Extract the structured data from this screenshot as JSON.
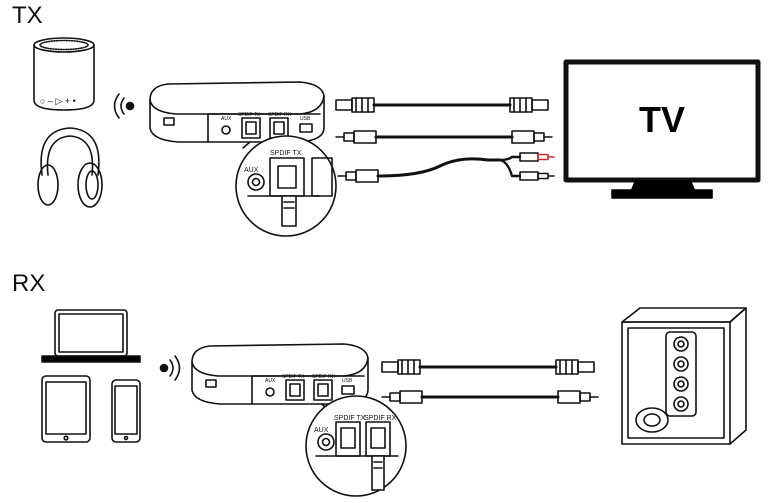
{
  "sections": {
    "tx": {
      "label": "TX"
    },
    "rx": {
      "label": "RX"
    }
  },
  "tx": {
    "tv_label": "TV",
    "ports": {
      "aux": "AUX",
      "spdif_tx": "SPDIF TX",
      "spdif_rx": "SPDIF RX",
      "usb": "USB"
    },
    "zoom_ports": {
      "aux": "AUX",
      "spdif_tx": "SPDIF TX"
    }
  },
  "rx": {
    "ports": {
      "aux": "AUX",
      "spdif_tx": "SPDIF TX",
      "spdif_rx": "SPDIF RX",
      "usb": "USB"
    },
    "zoom_ports": {
      "aux": "AUX",
      "spdif_tx": "SPDIF TX",
      "spdif_rx": "SPDIF RX"
    }
  },
  "icons": {
    "speaker": "bluetooth-speaker-icon",
    "headphones": "headphones-icon",
    "laptop": "laptop-icon",
    "tablet": "tablet-icon",
    "phone": "smartphone-icon",
    "bookshelf_speaker": "bookshelf-speaker-icon",
    "tv": "tv-icon"
  },
  "colors": {
    "line": "#111111",
    "red_plug": "#d32f2f",
    "fill": "#ffffff",
    "dark": "#000000"
  }
}
